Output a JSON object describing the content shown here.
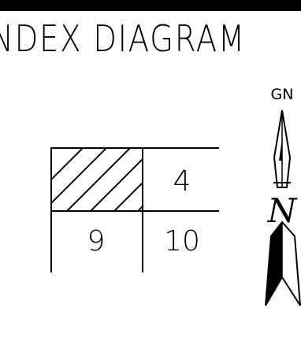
{
  "title": "NDEX    DIAGRAM",
  "grid": {
    "cells": {
      "top_left": "",
      "top_right": "4",
      "bottom_left": "9",
      "bottom_right": "10"
    },
    "shaded_cell": "top_left"
  },
  "north_arrow": {
    "top_label": "GN",
    "center_label": "N"
  },
  "colors": {
    "line": "#000000",
    "background": "#ffffff"
  }
}
